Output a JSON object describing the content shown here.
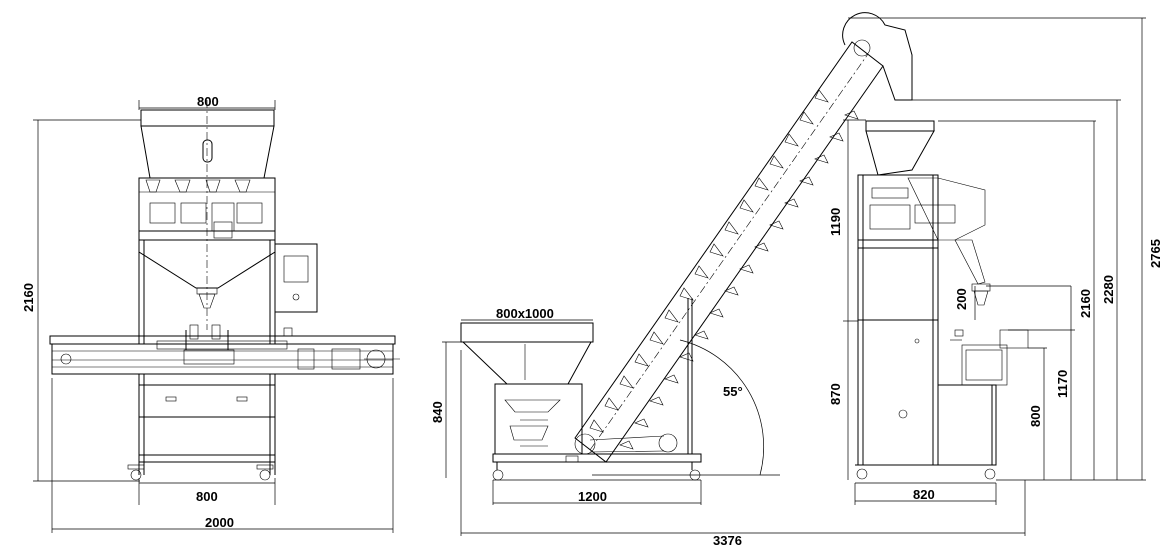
{
  "front_view": {
    "top_width": "800",
    "height": "2160",
    "base_width": "800",
    "total_width": "2000"
  },
  "conveyor_view": {
    "hopper_size": "800x1000",
    "hopper_height": "840",
    "angle": "55°",
    "base_length": "1200",
    "total_length": "3376"
  },
  "side_view": {
    "upper_height": "1190",
    "funnel_height": "200",
    "lower_height": "870",
    "base_width": "820",
    "dim_800": "800",
    "dim_1170": "1170",
    "dim_2160": "2160",
    "dim_2280": "2280",
    "dim_2765": "2765"
  }
}
